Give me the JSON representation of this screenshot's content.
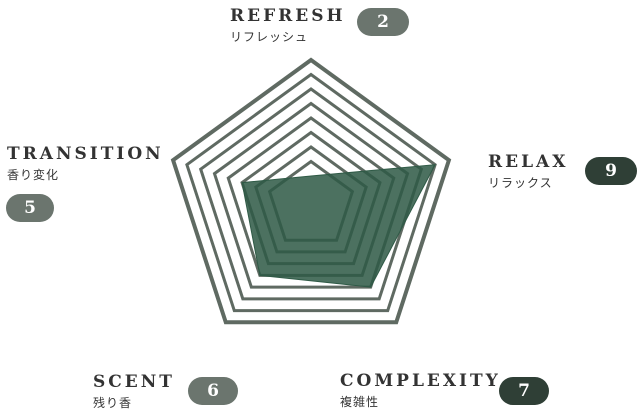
{
  "chart_data": {
    "type": "radar",
    "axes": [
      {
        "name": "REFRESH",
        "subtitle": "リフレッシュ",
        "score": 2
      },
      {
        "name": "RELAX",
        "subtitle": "リラックス",
        "score": 9
      },
      {
        "name": "COMPLEXITY",
        "subtitle": "複雑性",
        "score": 7
      },
      {
        "name": "SCENT",
        "subtitle": "残り香",
        "score": 6
      },
      {
        "name": "TRANSITION",
        "subtitle": "香り変化",
        "score": 5
      }
    ],
    "rlim": [
      0,
      10
    ],
    "grid": true,
    "colors": {
      "grid": "#5f6a62",
      "fill": "#2f5a46",
      "badge_light": "#6b756e",
      "badge_dark": "#2f3f36"
    }
  }
}
